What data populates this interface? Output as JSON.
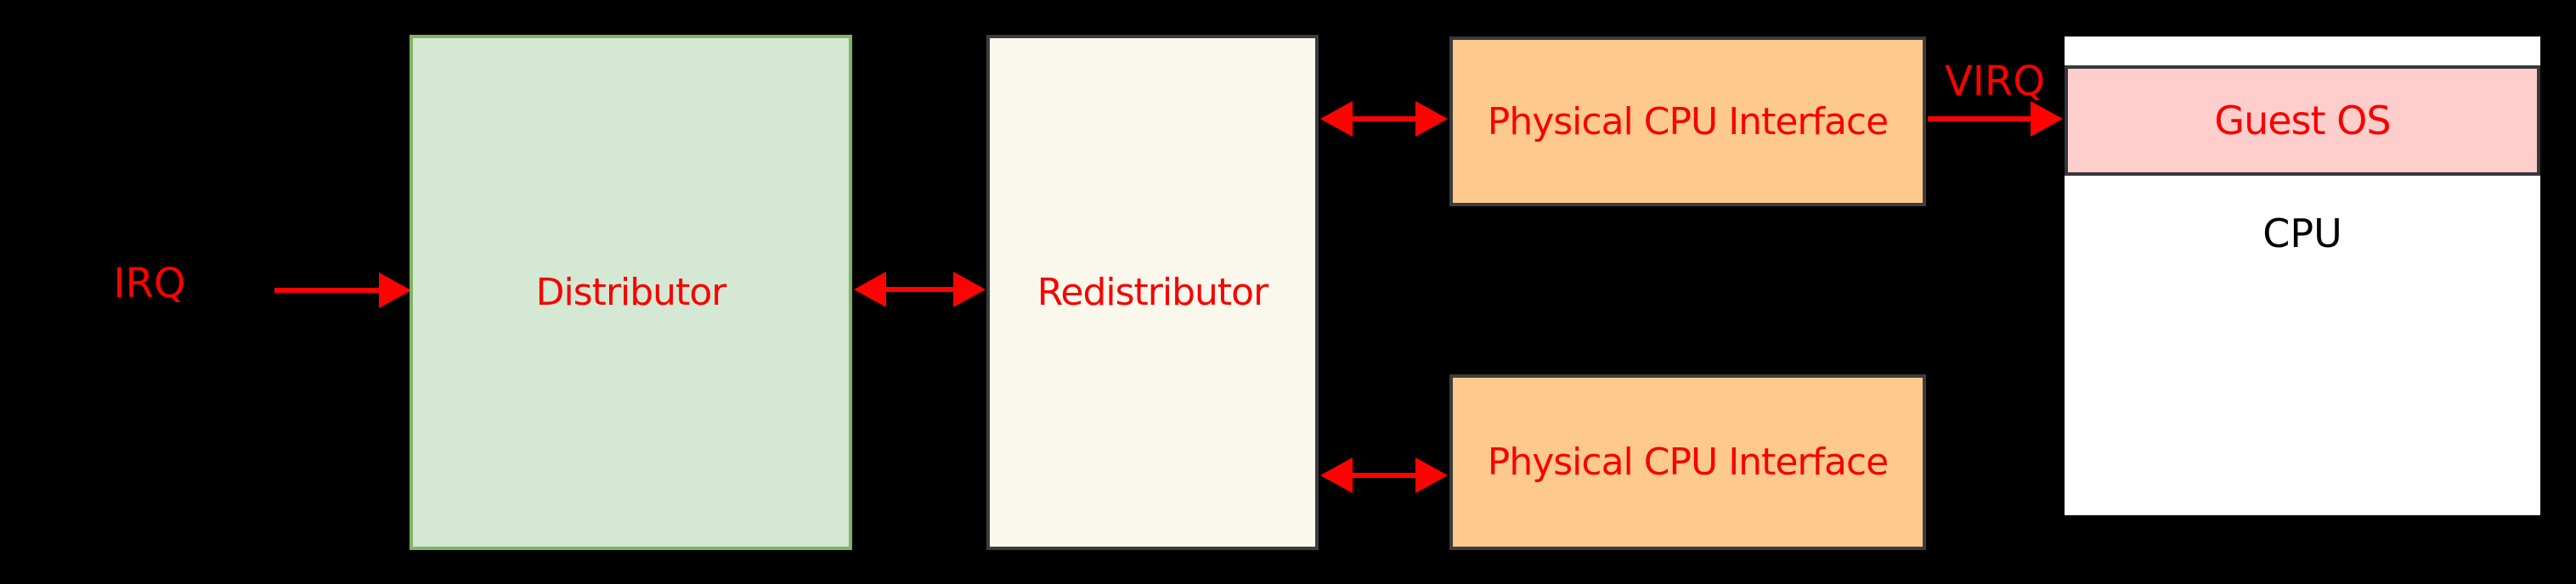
{
  "background_color": "#000000",
  "accent_red": "#ff0202",
  "labels": {
    "irq": "IRQ",
    "virq": "VIRQ"
  },
  "nodes": {
    "distributor": {
      "label": "Distributor",
      "fill": "#d5e8d4",
      "border": "#82b366"
    },
    "redistributor": {
      "label": "Redistributor",
      "fill": "#faf7ec",
      "border": "#3c3c3c"
    },
    "physical_cpu_interface_top": {
      "label": "Physical CPU Interface",
      "fill": "#fdc98d",
      "border": "#3c3c3c"
    },
    "physical_cpu_interface_bottom": {
      "label": "Physical CPU Interface",
      "fill": "#fdc98d",
      "border": "#3c3c3c"
    },
    "guest_os": {
      "label": "Guest OS",
      "fill": "#fdcecb",
      "border": "#36383c"
    },
    "cpu": {
      "label": "CPU",
      "fill": "#ffffff",
      "text_color": "#000000"
    }
  },
  "arrows": [
    {
      "name": "irq-arrow",
      "from": "IRQ",
      "to": "Distributor",
      "heads": "right"
    },
    {
      "name": "distributor-redistributor-arrow",
      "from": "Distributor",
      "to": "Redistributor",
      "heads": "both"
    },
    {
      "name": "redistributor-cpu-interface-top-arrow",
      "from": "Redistributor",
      "to": "Physical CPU Interface (top)",
      "heads": "both"
    },
    {
      "name": "virq-arrow",
      "from": "Physical CPU Interface (top)",
      "to": "Guest OS",
      "heads": "right"
    },
    {
      "name": "redistributor-cpu-interface-bottom-arrow",
      "from": "Redistributor",
      "to": "Physical CPU Interface (bottom)",
      "heads": "both"
    }
  ]
}
